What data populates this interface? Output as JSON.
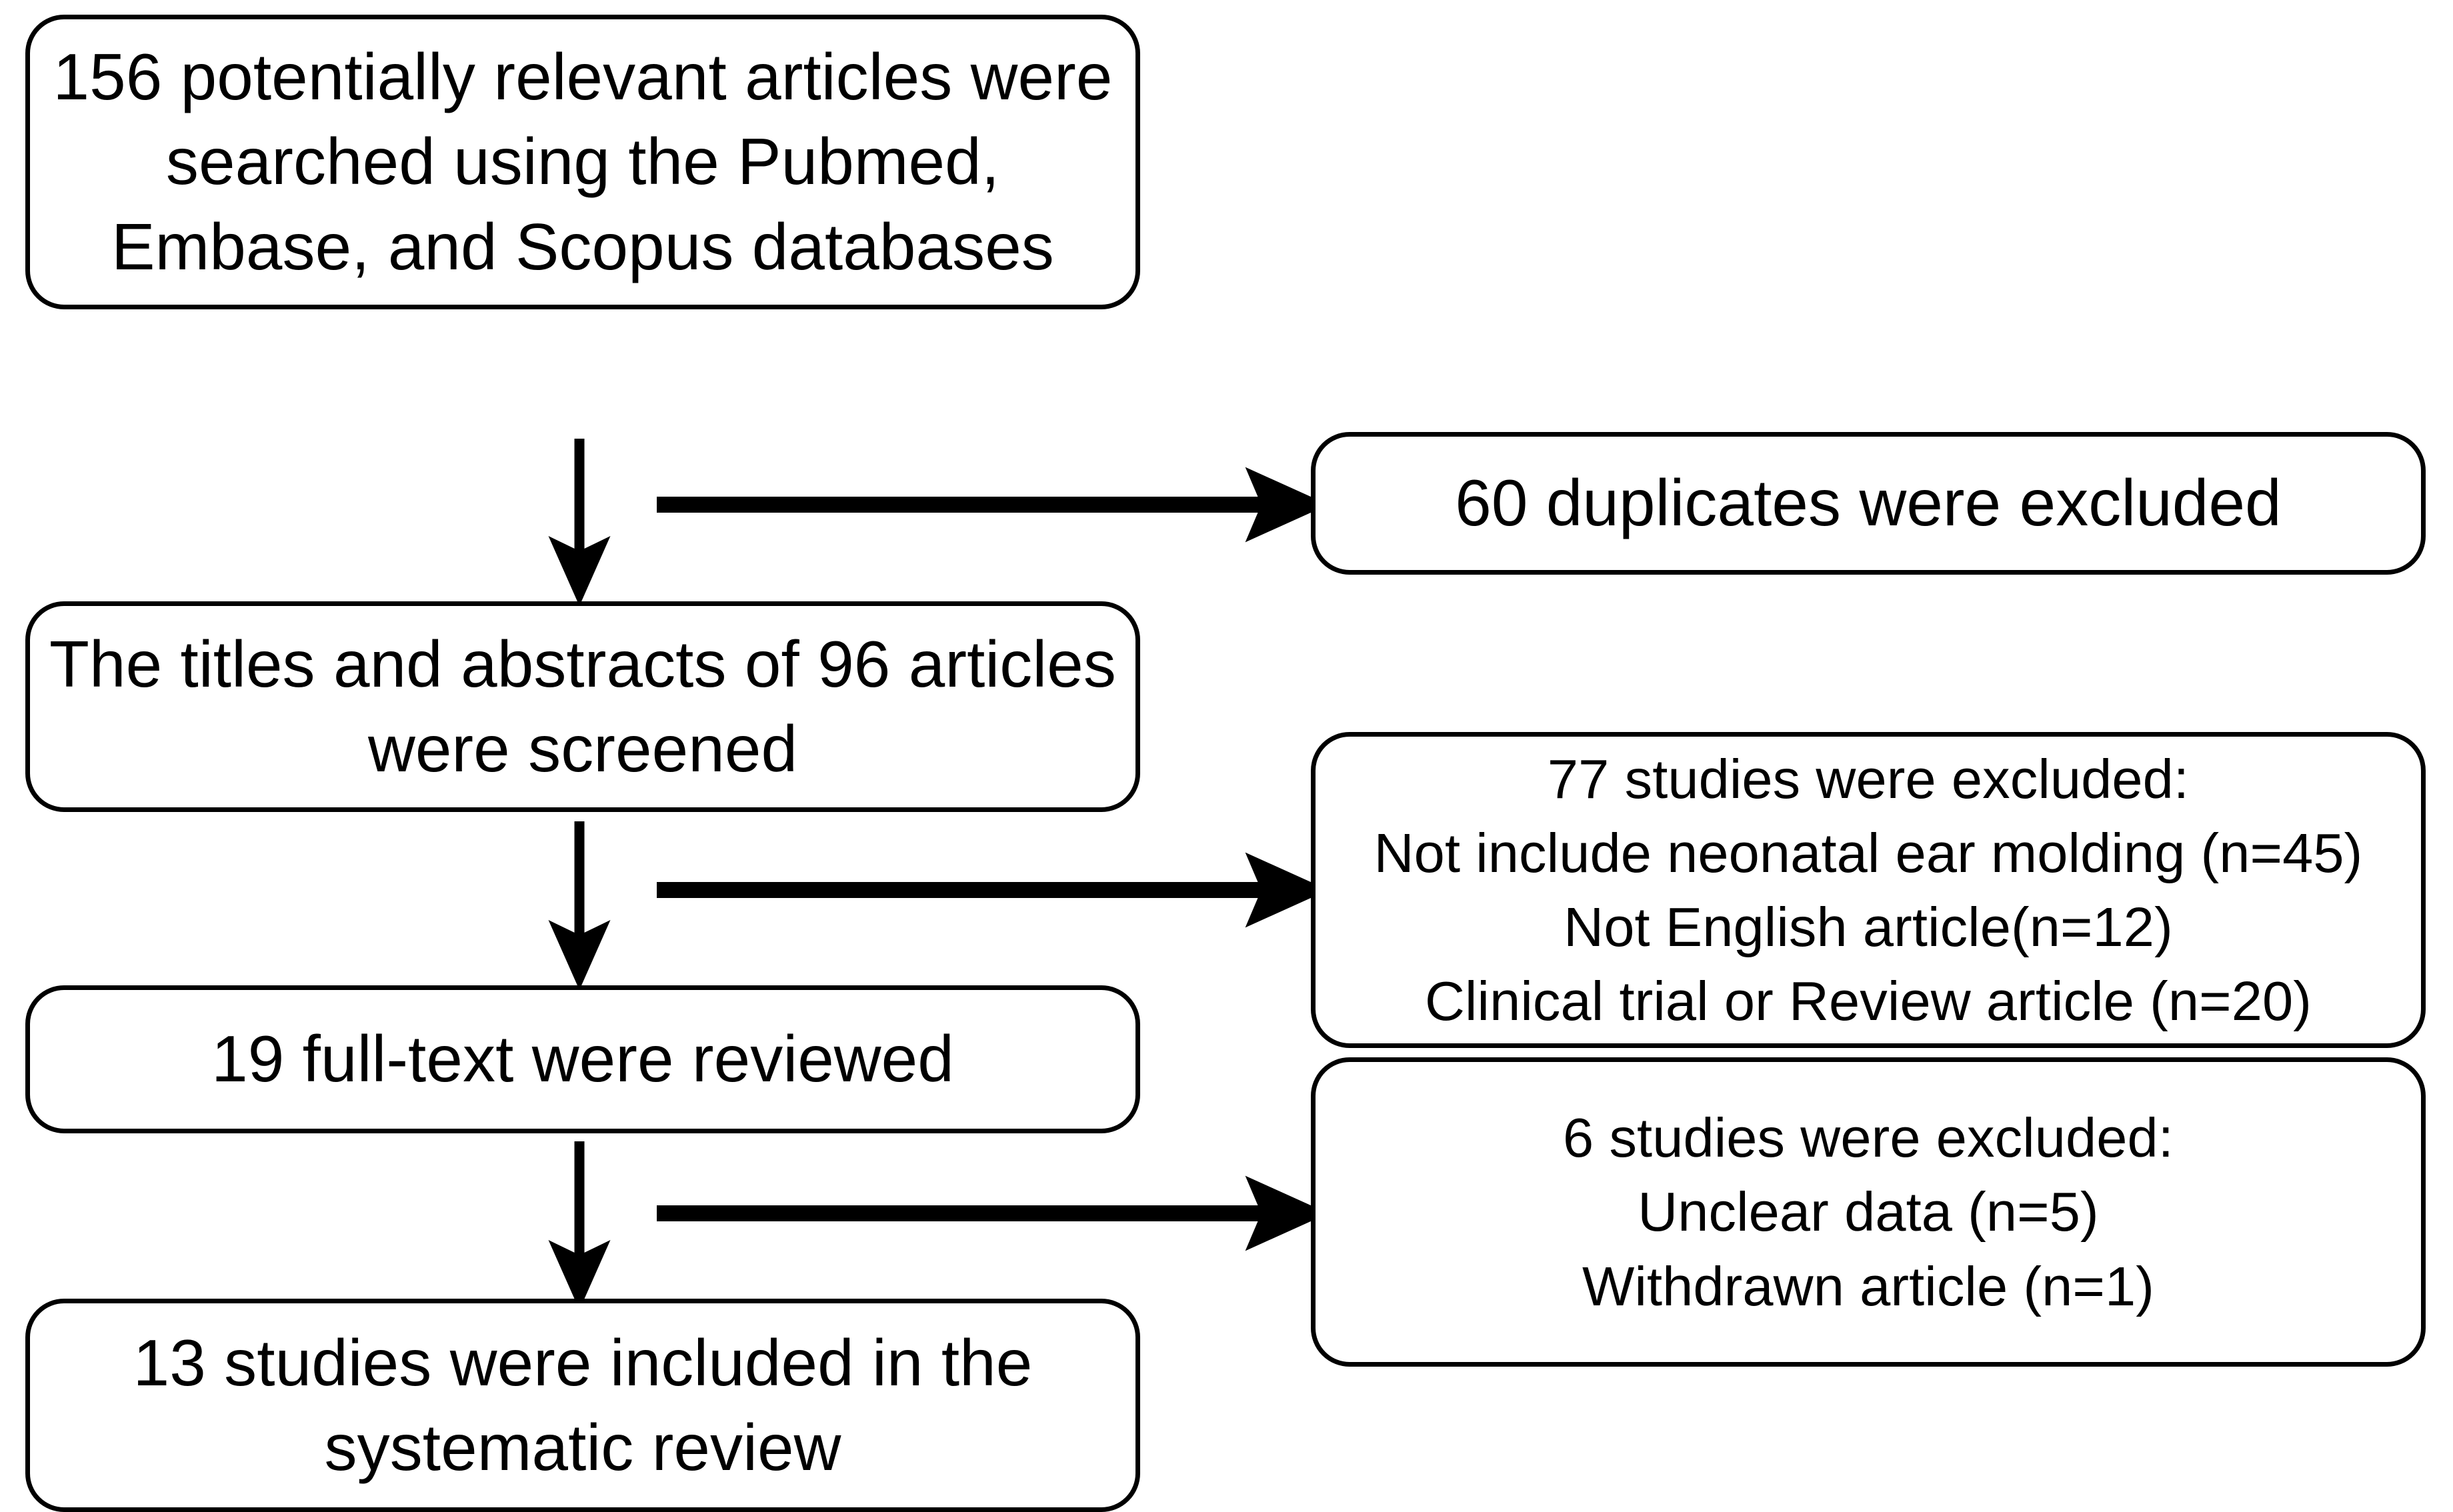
{
  "diagram": {
    "title": "PRISMA study selection flow diagram",
    "type": "flowchart",
    "colors": {
      "background": "#ffffff",
      "stroke": "#000000",
      "text": "#000000"
    },
    "nodes": {
      "search": {
        "id": "records-identified",
        "text": "156 potentially relevant articles were searched using the Pubmed, Embase, and Scopus databases",
        "count": 156
      },
      "screened": {
        "id": "records-screened",
        "text": "The titles and abstracts of 96 articles were screened",
        "count": 96
      },
      "fulltext": {
        "id": "full-text-assessed",
        "text": "19 full-text were reviewed",
        "count": 19
      },
      "included": {
        "id": "studies-included",
        "text": "13 studies were included in the systematic review",
        "count": 13
      },
      "duplicates": {
        "id": "duplicates-excluded",
        "text": "60 duplicates were excluded",
        "count": 60
      },
      "excluded77": {
        "id": "screening-exclusions",
        "text": "77 studies were excluded:\nNot include neonatal ear molding (n=45)\nNot English article(n=12)\nClinical trial or Review article (n=20)",
        "count": 77,
        "reasons": [
          {
            "label": "Not include neonatal ear molding",
            "n": 45
          },
          {
            "label": "Not English article",
            "n": 12
          },
          {
            "label": "Clinical trial or Review article",
            "n": 20
          }
        ]
      },
      "excluded6": {
        "id": "eligibility-exclusions",
        "text": "6 studies were excluded:\nUnclear data (n=5)\nWithdrawn article (n=1)",
        "count": 6,
        "reasons": [
          {
            "label": "Unclear data",
            "n": 5
          },
          {
            "label": "Withdrawn article",
            "n": 1
          }
        ]
      }
    },
    "connectors": [
      {
        "name": "search-to-screened",
        "direction": "down"
      },
      {
        "name": "search-to-duplicates",
        "direction": "right"
      },
      {
        "name": "screened-to-fulltext",
        "direction": "down"
      },
      {
        "name": "screened-to-excluded77",
        "direction": "right"
      },
      {
        "name": "fulltext-to-included",
        "direction": "down"
      },
      {
        "name": "fulltext-to-excluded6",
        "direction": "right"
      }
    ]
  }
}
